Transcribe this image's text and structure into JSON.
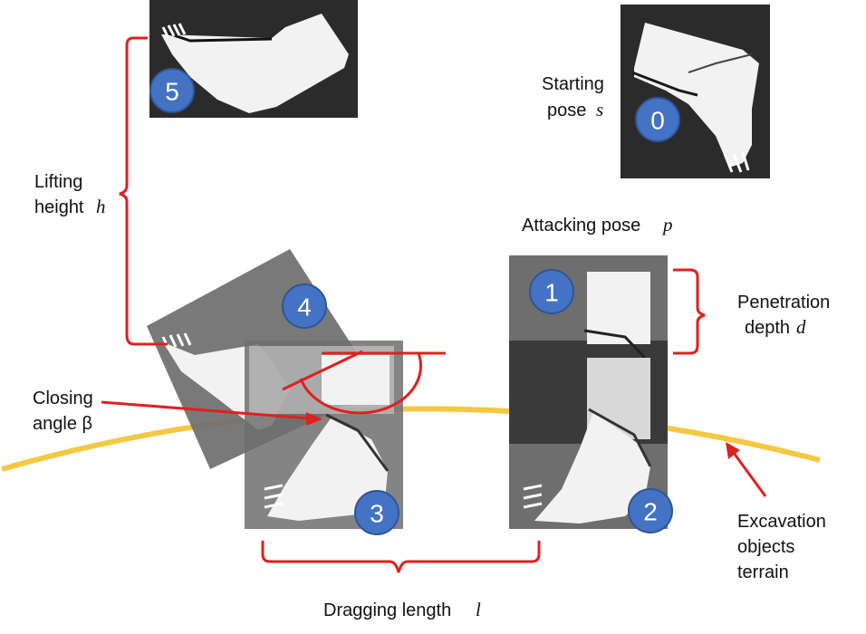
{
  "steps": [
    "0",
    "1",
    "2",
    "3",
    "4",
    "5"
  ],
  "labels": {
    "starting_pose_line1": "Starting",
    "starting_pose_line2": "pose",
    "starting_pose_sym": "s",
    "attacking_pose": "Attacking pose",
    "attacking_pose_sym": "p",
    "penetration_line1": "Penetration",
    "penetration_line2": "depth",
    "penetration_sym": "d",
    "lifting_line1": "Lifting",
    "lifting_line2": "height",
    "lifting_sym": "h",
    "closing_line1": "Closing",
    "closing_line2": "angle β",
    "dragging": "Dragging length",
    "dragging_sym": "l",
    "terrain_line1": "Excavation",
    "terrain_line2": "objects",
    "terrain_line3": "terrain"
  },
  "colors": {
    "badge": "#4472c4",
    "annotation": "#e02020",
    "terrain": "#f5c842",
    "panel_dark": "#2b2b2b",
    "panel_gray": "#6e6e6e"
  }
}
